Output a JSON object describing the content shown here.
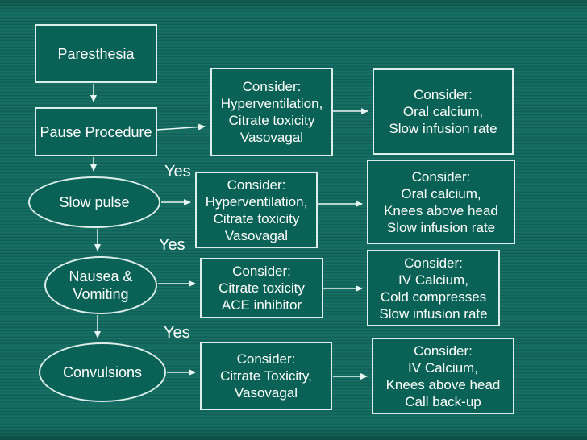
{
  "slide": {
    "background_color": "#10695e",
    "shape_fill": "#0a6156",
    "shape_border_color": "#dceeeb",
    "text_color": "#ffffff",
    "arrow_color": "#eaf6f4"
  },
  "flowchart": {
    "nodes": [
      {
        "id": "paresthesia",
        "shape": "rect",
        "lines": [
          "Paresthesia"
        ]
      },
      {
        "id": "pause-procedure",
        "shape": "rect",
        "lines": [
          "Pause Procedure"
        ]
      },
      {
        "id": "slow-pulse",
        "shape": "ellipse",
        "lines": [
          "Slow pulse"
        ]
      },
      {
        "id": "nausea-vomiting",
        "shape": "ellipse",
        "lines": [
          "Nausea &",
          "Vomiting"
        ]
      },
      {
        "id": "convulsions",
        "shape": "ellipse",
        "lines": [
          "Convulsions"
        ]
      },
      {
        "id": "consider-paresthesia",
        "shape": "rect",
        "lines": [
          "Consider:",
          "Hyperventilation,",
          "Citrate toxicity",
          "Vasovagal"
        ]
      },
      {
        "id": "action-paresthesia",
        "shape": "rect",
        "lines": [
          "Consider:",
          "Oral calcium,",
          "Slow infusion rate"
        ]
      },
      {
        "id": "consider-slow-pulse",
        "shape": "rect",
        "lines": [
          "Consider:",
          "Hyperventilation,",
          "Citrate toxicity",
          "Vasovagal"
        ]
      },
      {
        "id": "action-slow-pulse",
        "shape": "rect",
        "lines": [
          "Consider:",
          "Oral calcium,",
          "Knees above head",
          "Slow infusion rate"
        ]
      },
      {
        "id": "consider-nausea",
        "shape": "rect",
        "lines": [
          "Consider:",
          "Citrate toxicity",
          "ACE inhibitor"
        ]
      },
      {
        "id": "action-nausea",
        "shape": "rect",
        "lines": [
          "Consider:",
          "IV Calcium,",
          "Cold compresses",
          "Slow infusion rate"
        ]
      },
      {
        "id": "consider-convulsions",
        "shape": "rect",
        "lines": [
          "Consider:",
          "Citrate Toxicity,",
          "Vasovagal"
        ]
      },
      {
        "id": "action-convulsions",
        "shape": "rect",
        "lines": [
          "Consider:",
          "IV Calcium,",
          "Knees above head",
          "Call back-up"
        ]
      }
    ],
    "yes_labels": [
      "Yes",
      "Yes",
      "Yes"
    ],
    "connections": [
      {
        "from": "paresthesia",
        "to": "pause-procedure",
        "label": ""
      },
      {
        "from": "pause-procedure",
        "to": "consider-paresthesia",
        "label": ""
      },
      {
        "from": "consider-paresthesia",
        "to": "action-paresthesia",
        "label": ""
      },
      {
        "from": "pause-procedure",
        "to": "slow-pulse",
        "label": ""
      },
      {
        "from": "slow-pulse",
        "to": "consider-slow-pulse",
        "label": "Yes"
      },
      {
        "from": "consider-slow-pulse",
        "to": "action-slow-pulse",
        "label": ""
      },
      {
        "from": "slow-pulse",
        "to": "nausea-vomiting",
        "label": ""
      },
      {
        "from": "nausea-vomiting",
        "to": "consider-nausea",
        "label": "Yes"
      },
      {
        "from": "consider-nausea",
        "to": "action-nausea",
        "label": ""
      },
      {
        "from": "nausea-vomiting",
        "to": "convulsions",
        "label": ""
      },
      {
        "from": "convulsions",
        "to": "consider-convulsions",
        "label": "Yes"
      },
      {
        "from": "consider-convulsions",
        "to": "action-convulsions",
        "label": ""
      }
    ]
  }
}
